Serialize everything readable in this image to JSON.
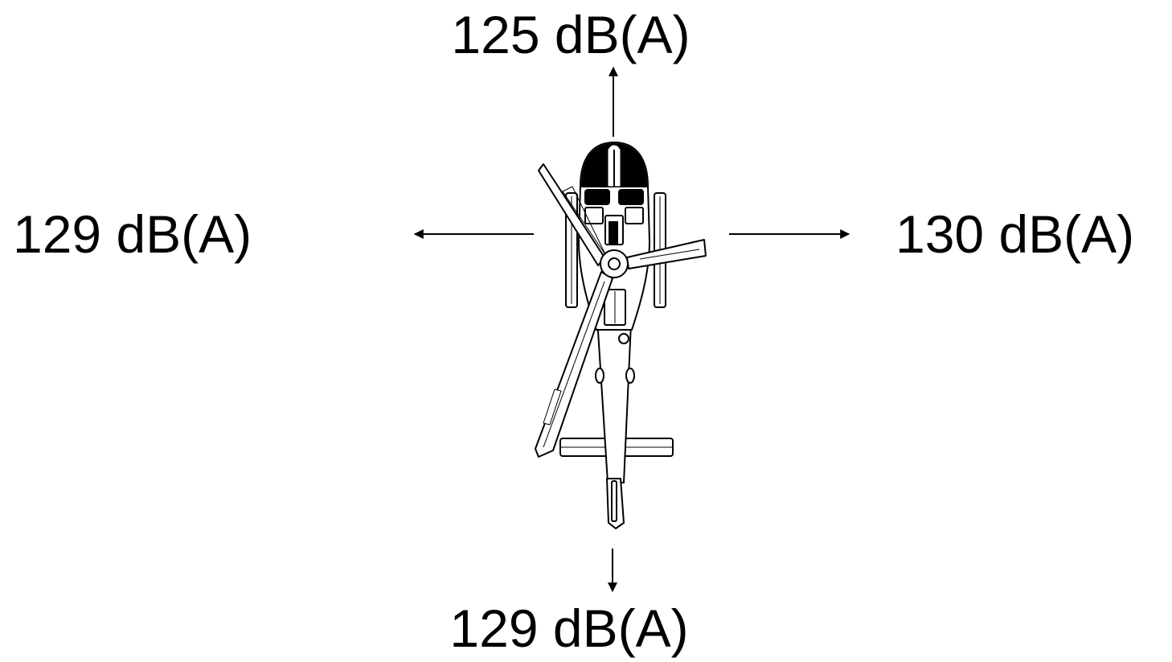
{
  "measurements": {
    "front": "125 dB(A)",
    "left": "129 dB(A)",
    "right": "130 dB(A)",
    "rear": "129 dB(A)"
  },
  "colors": {
    "ink": "#000000",
    "background": "#ffffff"
  },
  "icons": {
    "aircraft": "helicopter-top-view-icon",
    "direction": "arrow-icon"
  }
}
